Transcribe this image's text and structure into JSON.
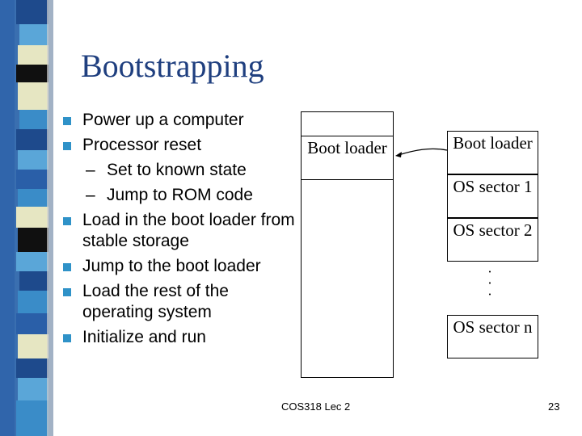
{
  "title": "Bootstrapping",
  "bullets": [
    {
      "text": "Power up a computer"
    },
    {
      "text": "Processor reset",
      "sub": [
        "Set to known state",
        "Jump to ROM code"
      ]
    },
    {
      "text": "Load in the boot loader from stable storage"
    },
    {
      "text": "Jump to the boot loader"
    },
    {
      "text": "Load the rest of the operating system"
    },
    {
      "text": "Initialize and run"
    }
  ],
  "memory": {
    "boot_loader_label": "Boot loader"
  },
  "disk": {
    "blocks": [
      "Boot loader",
      "OS sector 1",
      "OS sector 2"
    ],
    "ellipsis": ". . .",
    "last_block": "OS sector n"
  },
  "footer": {
    "course": "COS318 Lec 2",
    "page": "23"
  },
  "colors": {
    "title": "#1f3f7f",
    "bullet": "#2f92c8"
  }
}
